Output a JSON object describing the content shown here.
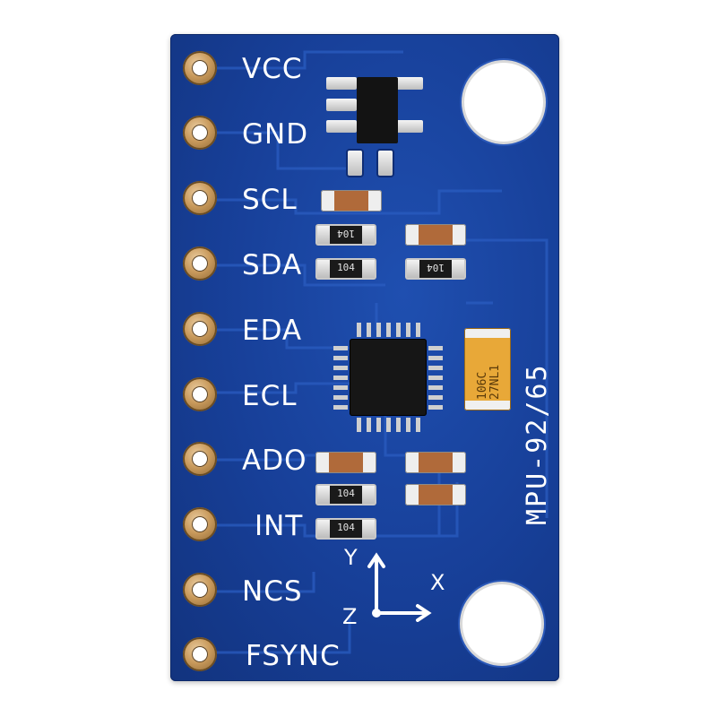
{
  "board": {
    "name": "MPU-92/65",
    "pins": [
      "VCC",
      "GND",
      "SCL",
      "SDA",
      "EDA",
      "ECL",
      "ADO",
      "INT",
      "NCS",
      "FSYNC"
    ],
    "axes": {
      "y": "Y",
      "x": "X",
      "z": "Z"
    },
    "resistor_codes": [
      "104",
      "104",
      "104",
      "104",
      "104"
    ],
    "tantalum_marking": "106C\n27NL1",
    "colors": {
      "pcb": "#173f98",
      "pad_gold": "#c99a5c",
      "silkscreen": "#ffffff",
      "tantalum": "#e8a838"
    }
  }
}
